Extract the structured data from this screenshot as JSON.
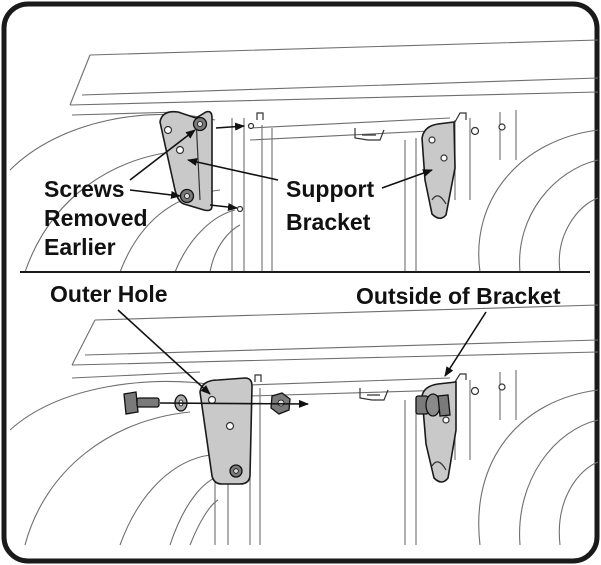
{
  "labels": {
    "screws_removed_line1": "Screws",
    "screws_removed_line2": "Removed",
    "screws_removed_line3": "Earlier",
    "support_bracket_line1": "Support",
    "support_bracket_line2": "Bracket",
    "outer_hole": "Outer Hole",
    "outside_of_bracket": "Outside of Bracket"
  },
  "colors": {
    "frame_border": "#1a1a1a",
    "line_art": "#6e6e6e",
    "bracket_fill": "#c9c9c9",
    "hardware_fill": "#7a7a7a"
  }
}
